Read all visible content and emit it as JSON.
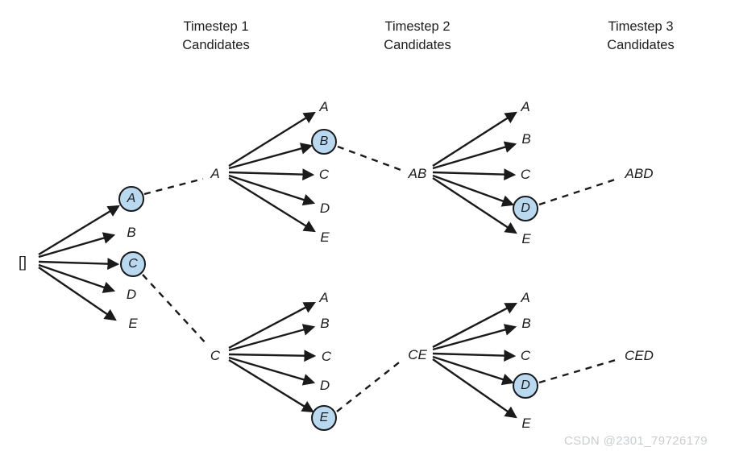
{
  "headers": [
    {
      "label": "Timestep 1\nCandidates"
    },
    {
      "label": "Timestep 2\nCandidates"
    },
    {
      "label": "Timestep 3\nCandidates"
    }
  ],
  "expansions": [
    {
      "parent": "[]",
      "candidates": [
        "A",
        "B",
        "C",
        "D",
        "E"
      ],
      "selected": [
        "A",
        "C"
      ]
    },
    {
      "parent": "A",
      "candidates": [
        "A",
        "B",
        "C",
        "D",
        "E"
      ],
      "selected": [
        "B"
      ]
    },
    {
      "parent": "C",
      "candidates": [
        "A",
        "B",
        "C",
        "D",
        "E"
      ],
      "selected": [
        "E"
      ]
    },
    {
      "parent": "AB",
      "candidates": [
        "A",
        "B",
        "C",
        "D",
        "E"
      ],
      "selected": [
        "D"
      ]
    },
    {
      "parent": "CE",
      "candidates": [
        "A",
        "B",
        "C",
        "D",
        "E"
      ],
      "selected": [
        "D"
      ]
    }
  ],
  "results": {
    "top": "ABD",
    "bottom": "CED"
  },
  "watermark": "CSDN @2301_79726179",
  "colors": {
    "node_fill": "#b9d9f1",
    "node_stroke": "#1a1a1a",
    "line": "#1a1a1a",
    "watermark": "#c9ccd2"
  }
}
